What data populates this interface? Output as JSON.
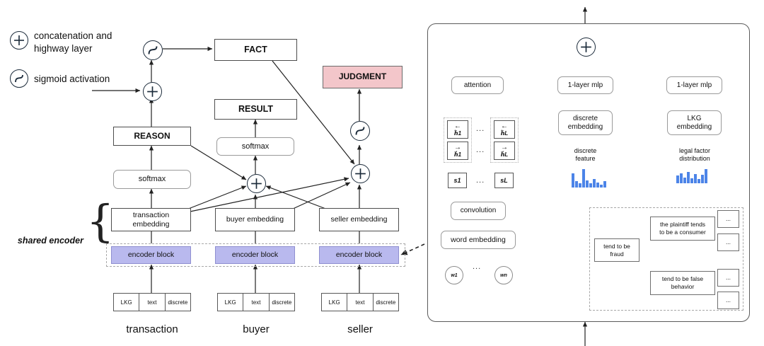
{
  "legend": {
    "concat": "concatenation and highway layer",
    "concat_line1": "concatenation and",
    "concat_line2": "highway layer",
    "sigmoid": "sigmoid activation",
    "plus_symbol": "+",
    "sigmoid_symbol": "S"
  },
  "left_panel": {
    "outputs": {
      "fact": "FACT",
      "result": "RESULT",
      "judgment": "JUDGMENT"
    },
    "layers": {
      "reason": "REASON",
      "softmax_left": "softmax",
      "softmax_mid": "softmax"
    },
    "embeddings": [
      {
        "label_line1": "transaction",
        "label_line2": "embedding",
        "label": "transaction embedding"
      },
      {
        "label_line1": "buyer embedding",
        "label_line2": "",
        "label": "buyer embedding"
      },
      {
        "label_line1": "seller embedding",
        "label_line2": "",
        "label": "seller embedding"
      }
    ],
    "encoder_blocks": [
      "encoder block",
      "encoder block",
      "encoder block"
    ],
    "shared_encoder_label": "shared encoder",
    "inputs": [
      {
        "segments": [
          "LKG",
          "text",
          "discrete"
        ]
      },
      {
        "segments": [
          "LKG",
          "text",
          "discrete"
        ]
      },
      {
        "segments": [
          "LKG",
          "text",
          "discrete"
        ]
      }
    ],
    "column_labels": [
      "transaction",
      "buyer",
      "seller"
    ]
  },
  "right_panel": {
    "attention": "attention",
    "mlp_discrete": "1-layer mlp",
    "mlp_lkg": "1-layer mlp",
    "discrete_embedding_line1": "discrete",
    "discrete_embedding_line2": "embedding",
    "lkg_embedding_line1": "LKG",
    "lkg_embedding_line2": "embedding",
    "discrete_feature_line1": "discrete",
    "discrete_feature_line2": "feature",
    "legal_factor_line1": "legal factor",
    "legal_factor_line2": "distribution",
    "convolution": "convolution",
    "word_embedding": "word embedding",
    "hidden_backward": [
      "h⃖1",
      "h⃖L"
    ],
    "hidden_forward": [
      "h⃗1",
      "h⃗L"
    ],
    "states": [
      "s1",
      "sL"
    ],
    "words": [
      "w1",
      "wn"
    ],
    "ellipsis": "...",
    "knowledge_graph": {
      "center": "tend to be fraud",
      "center_line1": "tend to be",
      "center_line2": "fraud",
      "node_top_line1": "the plaintiff  tends",
      "node_top_line2": "to be a consumer",
      "node_top": "the plaintiff tends to be a consumer",
      "node_bottom_line1": "tend to be false",
      "node_bottom_line2": "behavior",
      "node_bottom": "tend to be false behavior",
      "leaf_nodes": [
        "...",
        "...",
        "...",
        "..."
      ]
    }
  },
  "charts": {
    "discrete_feature_hist": {
      "type": "bar",
      "title": "discrete feature",
      "values": [
        16,
        7,
        5,
        21,
        8,
        5,
        10,
        6,
        3,
        7
      ],
      "color": "#4c84e8"
    },
    "legal_factor_hist": {
      "type": "bar",
      "title": "legal factor distribution",
      "values": [
        9,
        12,
        7,
        14,
        6,
        11,
        5,
        10,
        17
      ],
      "color": "#4c84e8"
    }
  },
  "colors": {
    "encoder_fill": "#b9b9ee",
    "judgment_fill": "#f3c6ca",
    "histogram": "#4c84e8",
    "stroke": "#4d4d4d"
  }
}
